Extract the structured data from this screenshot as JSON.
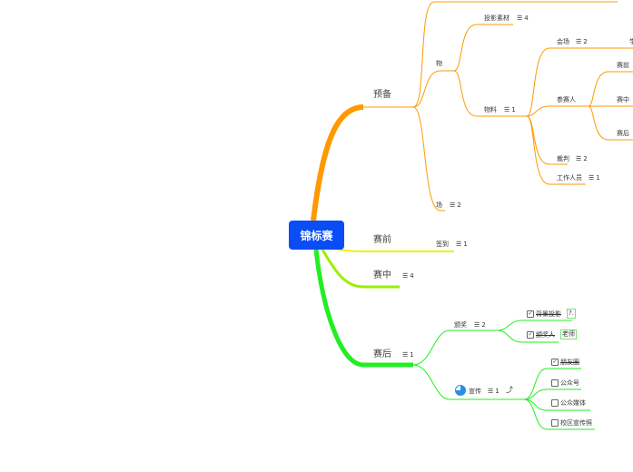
{
  "root": {
    "label": "锦标赛"
  },
  "branches": {
    "prep": {
      "label": "预备",
      "color": "#ff9900",
      "children": {
        "wu": {
          "label": "物"
        },
        "touying": {
          "label": "投影素材",
          "count": "4"
        },
        "wuliao": {
          "label": "物料",
          "count": "1"
        },
        "huichang": {
          "label": "会场",
          "count": "2",
          "child_partial": "学"
        },
        "cansairen": {
          "label": "参赛人",
          "sub": [
            "赛前",
            "赛中",
            "赛后"
          ]
        },
        "caipan": {
          "label": "裁判",
          "count": "2"
        },
        "gongzuo": {
          "label": "工作人员",
          "count": "1"
        },
        "chang": {
          "label": "场",
          "count": "2"
        }
      }
    },
    "before": {
      "label": "赛前",
      "color": "#f0f000",
      "child": {
        "label": "签到",
        "count": "1"
      }
    },
    "during": {
      "label": "赛中",
      "count": "4",
      "color": "#9af000"
    },
    "after": {
      "label": "赛后",
      "count": "1",
      "color": "#22ee22",
      "award": {
        "label": "颁奖",
        "count": "2",
        "items": [
          {
            "label": "背景投影",
            "checked": true,
            "tag": "?."
          },
          {
            "label": "颁奖人",
            "checked": true,
            "tag": "老师"
          }
        ]
      },
      "promo": {
        "label": "宣传",
        "count": "1",
        "progress": 0.75,
        "items": [
          {
            "label": "朋友圈",
            "checked": true
          },
          {
            "label": "公众号",
            "checked": false
          },
          {
            "label": "公众媒体",
            "checked": false
          },
          {
            "label": "校区宣传照",
            "checked": false
          }
        ]
      }
    }
  }
}
